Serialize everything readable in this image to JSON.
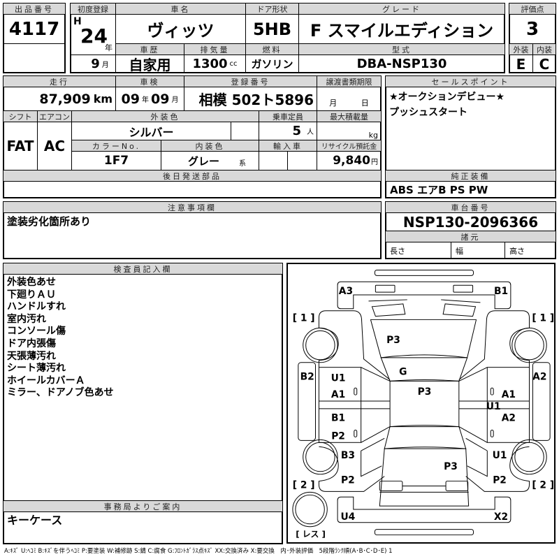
{
  "lot": {
    "label": "出品番号",
    "value": "4117"
  },
  "first_reg": {
    "label": "初度登録",
    "era": "H",
    "year": "24",
    "year_unit": "年",
    "month": "9",
    "month_unit": "月"
  },
  "car_name": {
    "label": "車名",
    "value": "ヴィッツ"
  },
  "door": {
    "label": "ドア形状",
    "value": "5HB"
  },
  "grade": {
    "label": "グレード",
    "value": "F スマイルエディション"
  },
  "history": {
    "label": "車歴",
    "value": "自家用"
  },
  "displacement": {
    "label": "排気量",
    "value": "1300",
    "unit": "cc"
  },
  "fuel": {
    "label": "燃料",
    "value": "ガソリン"
  },
  "model": {
    "label": "型式",
    "value": "DBA-NSP130"
  },
  "score": {
    "label": "評価点",
    "value": "3",
    "ext_label": "外装",
    "int_label": "内装",
    "ext": "E",
    "int": "C"
  },
  "mileage": {
    "label": "走行",
    "value": "87,909",
    "unit": "km"
  },
  "inspection": {
    "label": "車検",
    "year": "09",
    "year_unit": "年",
    "month": "09",
    "month_unit": "月"
  },
  "reg_no": {
    "label": "登録番号",
    "value": "相模 502ト5896"
  },
  "transfer": {
    "label": "譲渡書類期限",
    "month_unit": "月",
    "day_unit": "日"
  },
  "shift": {
    "label": "シフト",
    "value": "FAT"
  },
  "ac": {
    "label": "エアコン",
    "value": "AC"
  },
  "ext_color": {
    "label": "外装色",
    "value": "シルバー"
  },
  "capacity": {
    "label": "乗車定員",
    "value": "5",
    "unit": "人"
  },
  "max_load": {
    "label": "最大積載量",
    "unit": "kg"
  },
  "color_no": {
    "label": "カラーNo.",
    "value": "1F7"
  },
  "int_color": {
    "label": "内装色",
    "value": "グレー",
    "suffix": "系"
  },
  "import": {
    "label": "輸入車"
  },
  "recycle": {
    "label": "リサイクル預託金",
    "value": "9,840",
    "unit": "円"
  },
  "later_parts": {
    "label": "後日発送部品"
  },
  "sales_points": {
    "label": "セールスポイント",
    "items": [
      "★オークションデビュー★",
      "プッシュスタート"
    ]
  },
  "equipment": {
    "label": "純正装備",
    "value": "ABS エアB PS PW"
  },
  "notes": {
    "label": "注意事項欄",
    "value": "塗装劣化箇所あり"
  },
  "chassis": {
    "label": "車台番号",
    "value": "NSP130-2096366"
  },
  "specs": {
    "label": "諸元",
    "length": "長さ",
    "width": "幅",
    "height": "高さ"
  },
  "inspector": {
    "label": "検査員記入欄",
    "items": [
      "外装色あせ",
      "下廻りＡＵ",
      "ハンドルすれ",
      "室内汚れ",
      "コンソール傷",
      "ドア内張傷",
      "天張薄汚れ",
      "シート薄汚れ",
      "ホイールカバーＡ",
      "ミラー、ドアノブ色あせ"
    ]
  },
  "office": {
    "label": "事務局よりご案内",
    "value": "キーケース"
  },
  "diagram": {
    "marks": {
      "front_left": "A3",
      "front_right": "B1",
      "hood": "P3",
      "windshield": "G",
      "roof": "P3",
      "left_strip": "B2",
      "left_front_door_1": "U1",
      "left_front_door_2": "A1",
      "left_rear_door_1": "B1",
      "left_rear_door_2": "P2",
      "left_rear_fender_1": "B3",
      "left_rear_fender_2": "P2",
      "trunk": "P3",
      "right_front_door": "A1",
      "right_sill": "U1",
      "right_rear_door": "A2",
      "right_strip": "A2",
      "right_rear_fender_1": "U1",
      "right_rear_fender_2": "P2",
      "rear_left": "U4",
      "rear_right": "X2"
    },
    "tires": {
      "fl": "[ 1 ]",
      "fr": "[ 1 ]",
      "rl": "[ 2 ]",
      "rr": "[ 2 ]",
      "spare": "[ レス ]"
    }
  },
  "legend": "A:ｷｽﾞ U:ﾍｺﾐ B:ｷｽﾞを伴うﾍｺﾐ P:要塗装 W:補修跡 S:錆 C:腐食 G:ﾌﾛﾝﾄｶﾞﾗｽ点ｷｽﾞ XX:交換済み X:要交換　内･外装評価　5段階ﾗﾝｸ順(A･B･C･D･E) 1"
}
